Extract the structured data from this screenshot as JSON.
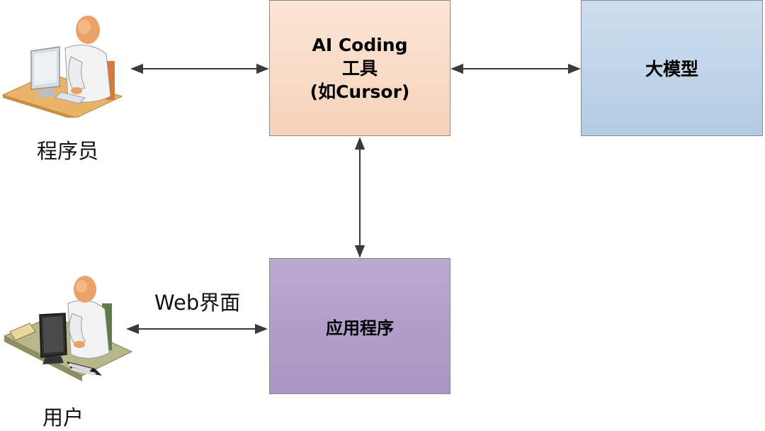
{
  "diagram": {
    "ai_tool_box": {
      "line1": "AI Coding",
      "line2": "工具",
      "line3": "(如Cursor)"
    },
    "llm_box": {
      "label": "大模型"
    },
    "app_box": {
      "label": "应用程序"
    },
    "programmer": {
      "label": "程序员",
      "icon": "programmer-at-desk-icon"
    },
    "user": {
      "label": "用户",
      "icon": "user-at-workstation-icon"
    },
    "connector_label": "Web界面"
  },
  "colors": {
    "ai_box_fill": "#f8d9c3",
    "llm_box_fill": "#bfd3ea",
    "app_box_fill": "#b09cc8",
    "arrow": "#3a3a3a"
  }
}
